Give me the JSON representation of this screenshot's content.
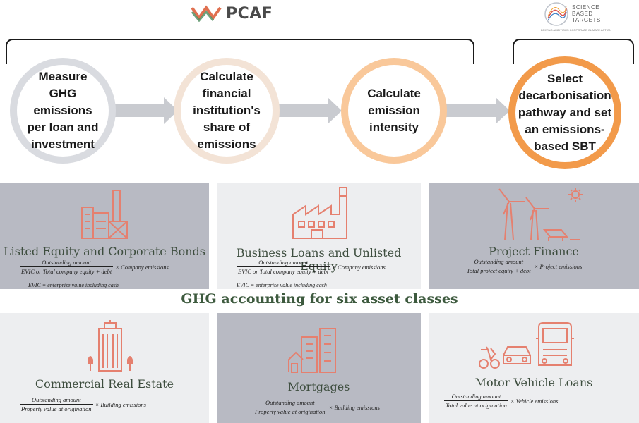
{
  "header": {
    "pcaf_logo_text": "PCAF",
    "sbt_logo_lines": [
      "SCIENCE",
      "BASED",
      "TARGETS"
    ],
    "sbt_tagline": "DRIVING AMBITIOUS CORPORATE CLIMATE ACTION"
  },
  "steps": [
    {
      "label": "Measure GHG emissions per loan and investment"
    },
    {
      "label": "Calculate financial institution's share of emissions"
    },
    {
      "label": "Calculate emission intensity"
    },
    {
      "label": "Select decarbonisation pathway and set an emissions-based SBT"
    }
  ],
  "center_heading": "GHG accounting for six asset classes",
  "assets": [
    {
      "title": "Listed Equity and Corporate Bonds",
      "numerator": "Outstanding amount",
      "denominator": "EVIC or Total company equity + debt",
      "multiplier": "× Company emissions",
      "note": "EVIC = enterprise value including cash",
      "icon": "factory-outline-icon"
    },
    {
      "title": "Business Loans and Unlisted Equity",
      "numerator": "Outstanding amount",
      "denominator": "EVIC or Total company equity + debt",
      "multiplier": "× Company emissions",
      "note": "EVIC = enterprise value including cash",
      "icon": "factory-icon"
    },
    {
      "title": "Project Finance",
      "numerator": "Outstanding amount",
      "denominator": "Total project equity + debt",
      "multiplier": "× Project emissions",
      "icon": "wind-solar-icon"
    },
    {
      "title": "Commercial Real Estate",
      "numerator": "Outstanding amount",
      "denominator": "Property value at origination",
      "multiplier": "× Building emissions",
      "icon": "skyscraper-icon"
    },
    {
      "title": "Mortgages",
      "numerator": "Outstanding amount",
      "denominator": "Property value at origination",
      "multiplier": "× Building emissions",
      "icon": "houses-icon"
    },
    {
      "title": "Motor Vehicle Loans",
      "numerator": "Outstanding amount",
      "denominator": "Total value at origination",
      "multiplier": "× Vehicle emissions",
      "icon": "vehicles-icon"
    }
  ],
  "colors": {
    "step1": "#d9dbe0",
    "step2": "#f3e3d6",
    "step3": "#f9c89a",
    "step4": "#f29a4a",
    "panel_grey": "#b8bac3",
    "panel_light": "#edeef0",
    "icon": "#e5806f",
    "heading": "#3d5a3e"
  }
}
